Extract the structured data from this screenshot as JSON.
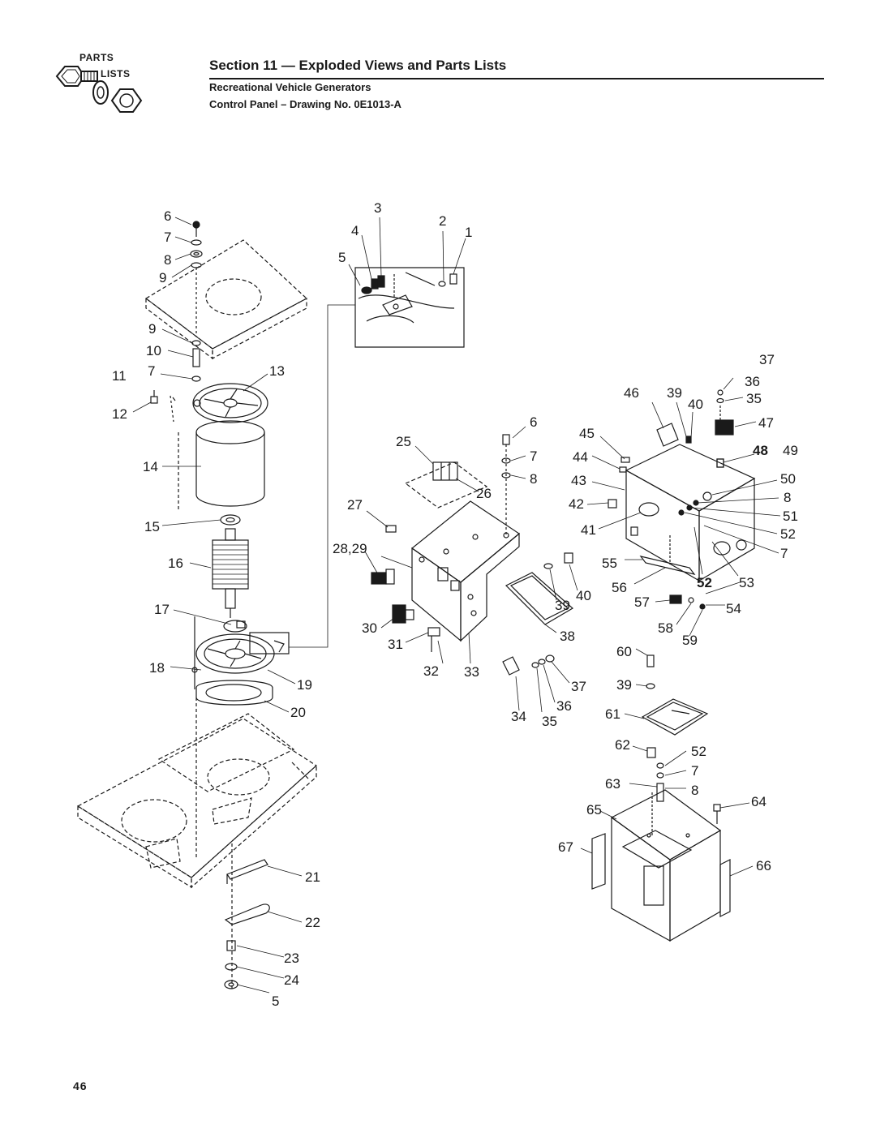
{
  "header": {
    "logo_top": "PARTS",
    "logo_bottom": "LISTS",
    "title": "Section 11 — Exploded Views and Parts Lists",
    "subtitle1": "Recreational Vehicle Generators",
    "subtitle2": "Control Panel – Drawing No. 0E1013-A"
  },
  "callouts": {
    "c6a": "6",
    "c7a": "7",
    "c8a": "8",
    "c9a": "9",
    "c9b": "9",
    "c10": "10",
    "c11": "11",
    "c7b": "7",
    "c13": "13",
    "c12": "12",
    "c14": "14",
    "c15": "15",
    "c16": "16",
    "c17": "17",
    "c18": "18",
    "c19": "19",
    "c20": "20",
    "c21": "21",
    "c22": "22",
    "c23": "23",
    "c24": "24",
    "c5b": "5",
    "c3": "3",
    "c2": "2",
    "c4": "4",
    "c1": "1",
    "c5a": "5",
    "c25": "25",
    "c6b": "6",
    "c7c": "7",
    "c8b": "8",
    "c26": "26",
    "c27": "27",
    "c28_29": "28,29",
    "c30": "30",
    "c31": "31",
    "c32": "32",
    "c33": "33",
    "c34": "34",
    "c35a": "35",
    "c36a": "36",
    "c37a": "37",
    "c38": "38",
    "c39a": "39",
    "c40a": "40",
    "c37b": "37",
    "c36b": "36",
    "c46": "46",
    "c39b": "39",
    "c40b": "40",
    "c35b": "35",
    "c45": "45",
    "c47": "47",
    "c44": "44",
    "c48": "48",
    "c49": "49",
    "c43": "43",
    "c50": "50",
    "c42": "42",
    "c8c": "8",
    "c41": "41",
    "c51": "51",
    "c52a": "52",
    "c7d": "7",
    "c55": "55",
    "c56": "56",
    "c52b": "52",
    "c53": "53",
    "c57": "57",
    "c54": "54",
    "c58": "58",
    "c59": "59",
    "c60": "60",
    "c39c": "39",
    "c61": "61",
    "c62": "62",
    "c52c": "52",
    "c7e": "7",
    "c63": "63",
    "c8d": "8",
    "c65": "65",
    "c64": "64",
    "c67": "67",
    "c66": "66"
  },
  "page_number": "46"
}
